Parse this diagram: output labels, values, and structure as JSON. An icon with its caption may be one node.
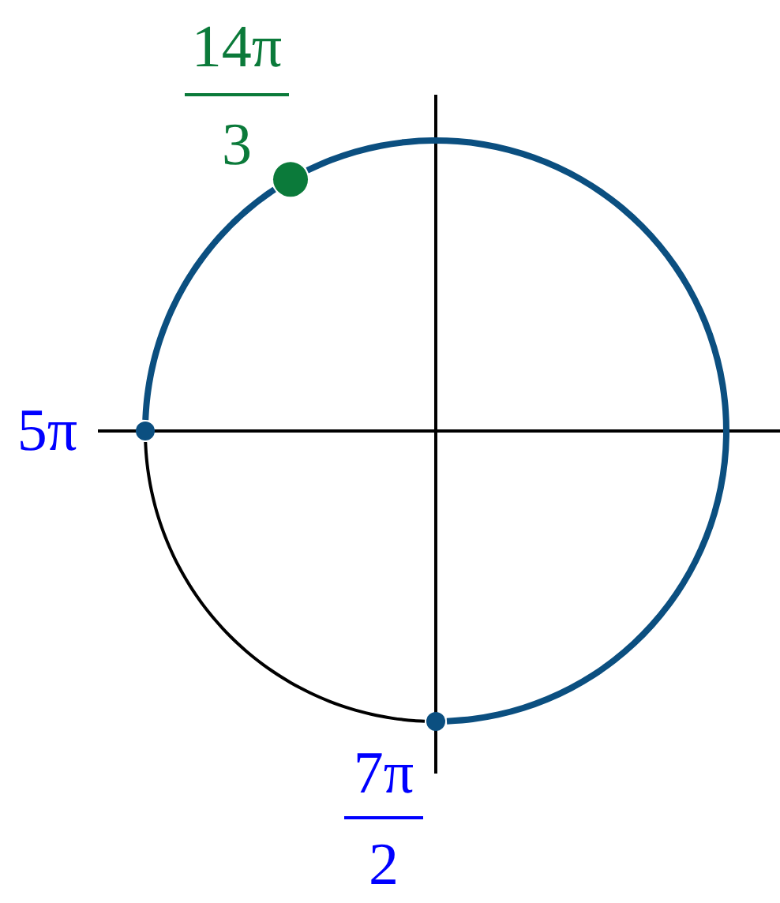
{
  "diagram": {
    "nodes": [
      {
        "text": [],
        "shape": "circle",
        "beside": [
          "14π",
          "3"
        ]
      },
      {
        "text": [],
        "shape": "circle",
        "beside": [
          "5π"
        ]
      },
      {
        "text": [],
        "shape": "circle",
        "beside": [
          "7π",
          "2"
        ]
      }
    ],
    "edges": [
      {
        "from": 1,
        "to": 2,
        "arrow": "none",
        "color": "#000000"
      },
      {
        "from": 1,
        "to": 0,
        "arrow": "none"
      },
      {
        "from": 0,
        "to": 2,
        "arrow": "none"
      }
    ]
  }
}
